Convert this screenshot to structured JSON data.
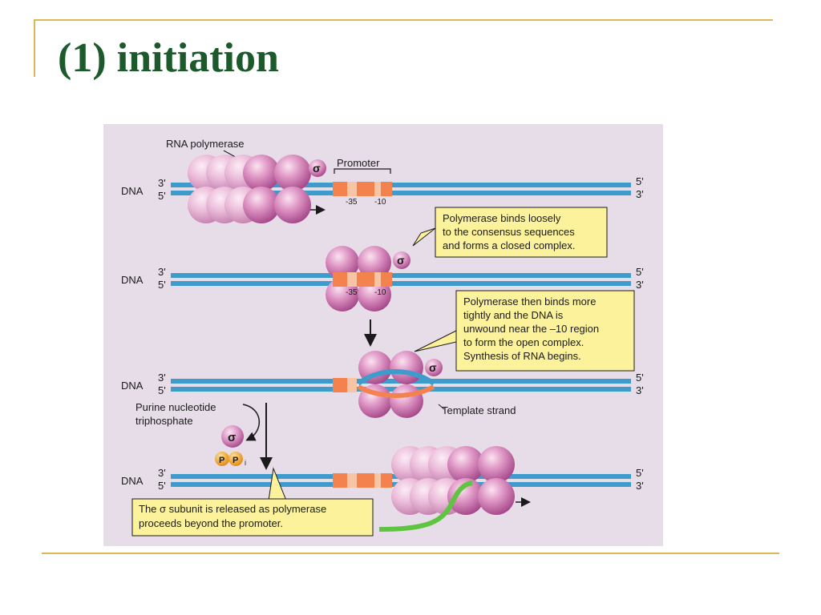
{
  "slide": {
    "title": "(1) initiation"
  },
  "diagram": {
    "dna_label": "DNA",
    "prime3": "3'",
    "prime5": "5'",
    "sigma": "σ",
    "rna_polymerase": "RNA polymerase",
    "promoter": "Promoter",
    "minus35": "-35",
    "minus10": "-10",
    "template_strand": "Template strand",
    "purine_line1": "Purine nucleotide",
    "purine_line2": "triphosphate",
    "pp_p": "P",
    "pp_i": "i",
    "note1": {
      "line1": "Polymerase binds loosely",
      "line2": "to the consensus sequences",
      "line3": "and forms a closed complex."
    },
    "note2": {
      "line1": "Polymerase then binds more",
      "line2": "tightly and the DNA is",
      "line3": "unwound near the –10 region",
      "line4": "to form the open complex.",
      "line5": "Synthesis of RNA begins."
    },
    "note3": {
      "line1": "The  σ subunit is released as polymerase",
      "line2": "proceeds beyond the promoter."
    },
    "colors": {
      "background": "#e7dde9",
      "dna": "#3e9ccc",
      "promoter": "#f3824f",
      "polymerase": "#d07fb3",
      "callout": "#fbf29b",
      "rna": "#5fc541"
    }
  }
}
